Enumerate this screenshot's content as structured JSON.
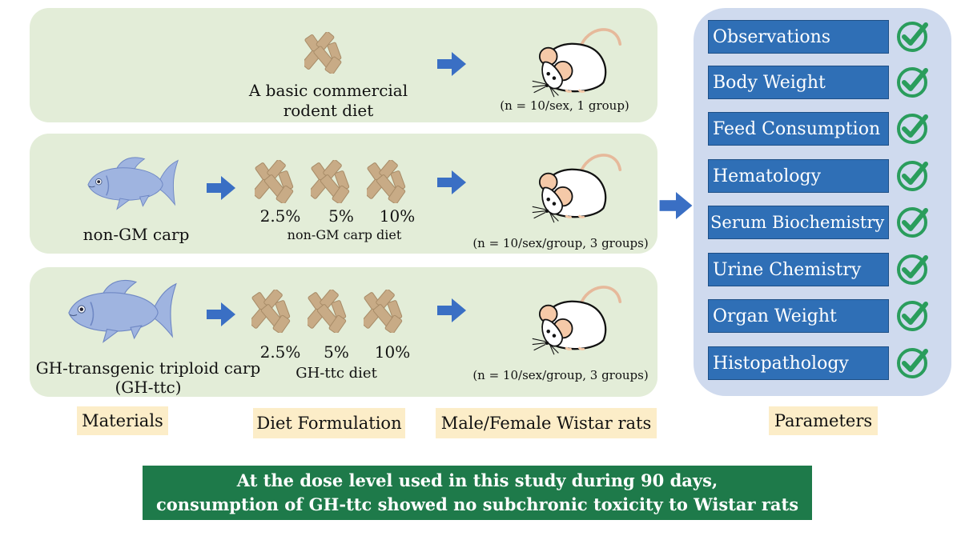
{
  "row1": {
    "diet_text_line1": "A basic commercial",
    "diet_text_line2": "rodent diet",
    "rats_text": "(n = 10/sex, 1 group)"
  },
  "row2": {
    "material": "non-GM carp",
    "doses": [
      "2.5%",
      "5%",
      "10%"
    ],
    "diet_name": "non-GM carp diet",
    "rats_text": "(n = 10/sex/group, 3 groups)"
  },
  "row3": {
    "material_line1": "GH-transgenic triploid carp",
    "material_line2": "(GH-ttc)",
    "doses": [
      "2.5%",
      "5%",
      "10%"
    ],
    "diet_name": "GH-ttc diet",
    "rats_text": "(n = 10/sex/group, 3 groups)"
  },
  "labels": {
    "materials": "Materials",
    "diet_formulation": "Diet Formulation",
    "rats": "Male/Female Wistar rats",
    "parameters": "Parameters"
  },
  "parameters": [
    "Observations",
    "Body Weight",
    "Feed Consumption",
    "Hematology",
    "Serum Biochemistry",
    "Urine Chemistry",
    "Organ Weight",
    "Histopathology"
  ],
  "conclusion": {
    "line1": "At the dose level used in this study during 90 days,",
    "line2": "consumption of GH-ttc showed no subchronic toxicity to Wistar rats"
  },
  "colors": {
    "panel_green": "#e3edd8",
    "param_blue": "#2f6fb6",
    "param_panel": "#cfdaee",
    "arrow_blue": "#3a6fc4",
    "check_green": "#2a9d5c",
    "label_cream": "#fcedc8",
    "conclusion_green": "#1e7a4a",
    "pellet_tan": "#c8ab86",
    "fish_blue": "#9fb4e0"
  }
}
